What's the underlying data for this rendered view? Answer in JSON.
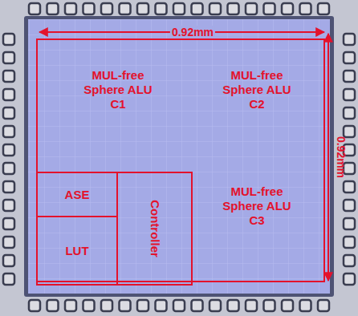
{
  "diagram": {
    "nodes": [
      {
        "text": [
          "MUL-free Sphere ALU C1",
          "MUL-free Sphere ALU C2",
          "MUL-free Sphere ALU C3"
        ]
      },
      {
        "text": [
          "ASE"
        ],
        "in": 0
      },
      {
        "text": [
          "LUT"
        ],
        "in": 0
      },
      {
        "text": [
          "Controller"
        ],
        "in": 0
      }
    ],
    "labels": [
      "0.92mm",
      "0.92mm"
    ]
  }
}
